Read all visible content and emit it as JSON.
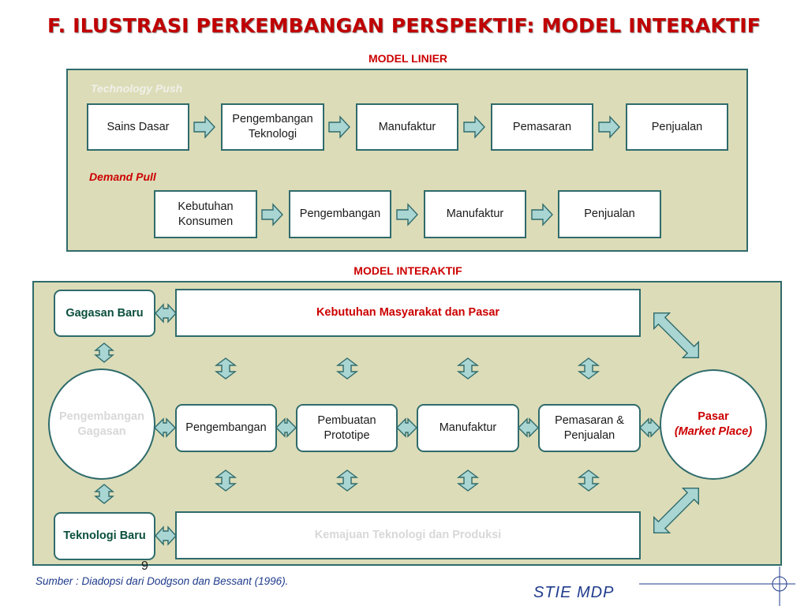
{
  "title": "F. ILUSTRASI PERKEMBANGAN PERSPEKTIF: MODEL INTERAKTIF",
  "linear": {
    "label": "MODEL LINIER",
    "tech_push_label": "Technology Push",
    "tech_push_steps": [
      "Sains Dasar",
      "Pengembangan Teknologi",
      "Manufaktur",
      "Pemasaran",
      "Penjualan"
    ],
    "demand_pull_label": "Demand Pull",
    "demand_pull_steps": [
      "Kebutuhan Konsumen",
      "Pengembangan",
      "Manufaktur",
      "Penjualan"
    ]
  },
  "interactive": {
    "label": "MODEL INTERAKTIF",
    "new_idea": "Gagasan Baru",
    "market_needs": "Kebutuhan Masyarakat dan Pasar",
    "idea_development": "Pengembangan Gagasan",
    "stages": [
      "Pengembangan",
      "Pembuatan Prototipe",
      "Manufaktur",
      "Pemasaran & Penjualan"
    ],
    "market": "Pasar",
    "market_sub": "(Market Place)",
    "new_tech": "Teknologi Baru",
    "tech_progress": "Kemajuan Teknologi dan Produksi"
  },
  "page_number": "9",
  "source": "Sumber :  Diadopsi dari Dodgson dan Bessant (1996).",
  "brand": "STIE MDP",
  "colors": {
    "title": "#c00000",
    "panel": "#dcdcb8",
    "border": "#2f6b6b",
    "arrow_fill": "#a9d5d3",
    "footer": "#1f3b8c"
  }
}
